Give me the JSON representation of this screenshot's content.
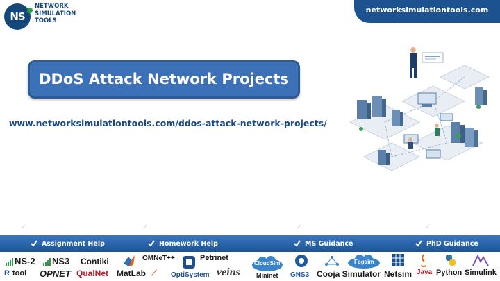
{
  "brand": {
    "badge": "NS",
    "line1": "NETWORK",
    "line2": "SIMULATION",
    "line3": "TOOLS"
  },
  "header": {
    "site": "networksimulationtools.com"
  },
  "title": "DDoS Attack Network Projects",
  "page_url": "www.networksimulationtools.com/ddos-attack-network-projects/",
  "services": [
    {
      "label": "Assignment Help"
    },
    {
      "label": "Homework Help"
    },
    {
      "label": "MS  Guidance"
    },
    {
      "label": "PhD  Guidance"
    }
  ],
  "tools": {
    "ns2": "NS-2",
    "ns3": "NS3",
    "contiki": "Contiki",
    "omnet": "OMNeT++",
    "petrinet": "Petrinet",
    "cloudsim": "CloudSim",
    "fogsim": "Fogsim",
    "rtool": "Rtool",
    "opnet": "OPNET",
    "qualnet": "QualNet",
    "matlab": "MatLab",
    "optisystem": "OptiSystem",
    "veins": "veins",
    "mininet": "Mininet",
    "gns3": "GNS3",
    "cooja": "Cooja Simulator",
    "netsim": "Netsim",
    "java": "Java",
    "python": "Python",
    "simulink": "Simulink"
  },
  "colors": {
    "navy": "#14477a",
    "bar": "#1d5290",
    "title_fill": "#3c70b7",
    "url_text": "#1a4a86",
    "check": "#ffffff"
  }
}
